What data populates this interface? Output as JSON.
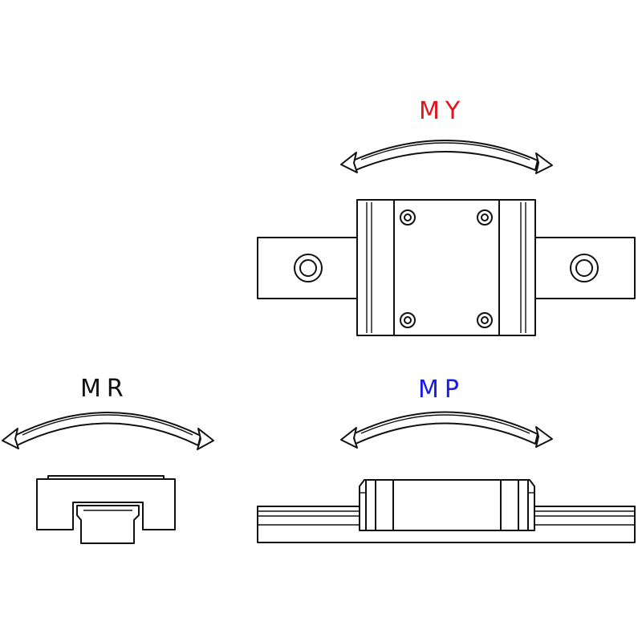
{
  "labels": {
    "yaw": "MY",
    "roll": "MR",
    "pitch": "MP"
  },
  "colors": {
    "yaw": "#e0141e",
    "roll": "#111111",
    "pitch": "#1a1ae6",
    "line": "#111111"
  }
}
